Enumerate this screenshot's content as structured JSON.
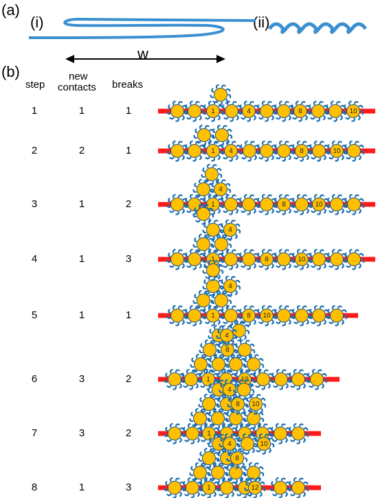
{
  "panel_a": {
    "label": "(a)",
    "loop_label": "(i)",
    "helix_label": "(ii)",
    "width_label": "w"
  },
  "panel_b": {
    "label": "(b)",
    "headers": {
      "step": "step",
      "new_contacts_line1": "new",
      "new_contacts_line2": "contacts",
      "breaks": "breaks"
    },
    "rows": [
      {
        "step": "1",
        "new_contacts": "1",
        "breaks": "1"
      },
      {
        "step": "2",
        "new_contacts": "2",
        "breaks": "1"
      },
      {
        "step": "3",
        "new_contacts": "1",
        "breaks": "2"
      },
      {
        "step": "4",
        "new_contacts": "1",
        "breaks": "3"
      },
      {
        "step": "5",
        "new_contacts": "1",
        "breaks": "1"
      },
      {
        "step": "6",
        "new_contacts": "3",
        "breaks": "2"
      },
      {
        "step": "7",
        "new_contacts": "3",
        "breaks": "2"
      },
      {
        "step": "8",
        "new_contacts": "1",
        "breaks": "3"
      }
    ]
  },
  "colors": {
    "backbone": "#ff1a1a",
    "bead_fill": "#ffc000",
    "bead_outline": "#1f4e79",
    "spike": "#1a6fb0",
    "strand": "#3a8fd0"
  }
}
